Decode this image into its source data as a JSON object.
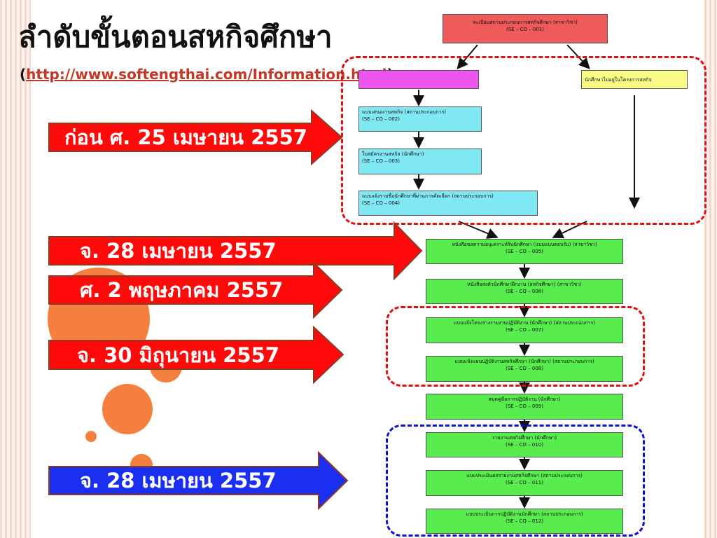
{
  "slide": {
    "title": "ลำดับขั้นตอนสหกิจศึกษา",
    "subtitle_open": "(",
    "subtitle_link": "http://www.softengthai.com/Information.html",
    "subtitle_close": ")"
  },
  "colors": {
    "banner_red": "#ff0a0a",
    "banner_blue": "#1a2ff0",
    "dash_red": "#e01010",
    "dash_blue": "#1010d0",
    "box_cyan": "#7fe8f2",
    "box_green": "#58ec4e",
    "decor_orange": "#f47f3e"
  },
  "banners": [
    {
      "label": "ก่อน ศ. 25 เมษายน 2557"
    },
    {
      "label": "จ. 28 เมษายน 2557"
    },
    {
      "label": "ศ. 2 พฤษภาคม 2557"
    },
    {
      "label": "จ. 30 มิถุนายน 2557"
    },
    {
      "label": "จ. 28 เมษายน 2557"
    }
  ],
  "flow": {
    "top": {
      "line1": "ทะเบียนสถานประกอบการสหกิจศึกษา (สาขาวิชา)",
      "line2": "(SE – CO – 001)"
    },
    "branch_left": {
      "line1": "",
      "line2": ""
    },
    "branch_right": {
      "line1": "นักศึกษาไม่อยู่ในโครงการสหกิจ",
      "line2": ""
    },
    "pre": [
      {
        "line1": "แบบเสนองานสหกิจ (สถานประกอบการ)",
        "line2": "(SE – CO – 002)"
      },
      {
        "line1": "ใบสมัครงานสหกิจ (นักศึกษา)",
        "line2": "(SE – CO – 003)"
      },
      {
        "line1": "แบบแจ้งรายชื่อนักศึกษาที่ผ่านการคัดเลือก (สถานประกอบการ)",
        "line2": "(SE – CO – 004)"
      }
    ],
    "main": [
      {
        "line1": "หนังสือขอความอนุเคราะห์รับนักศึกษา (แบบแบบตอบรับ) (สาขาวิชา)",
        "line2": "(SE – CO – 005)"
      },
      {
        "line1": "หนังสือส่งตัวนักศึกษาฝึกงาน (สหกิจศึกษา) (สาขาวิชา)",
        "line2": "(SE – CO – 006)"
      },
      {
        "line1": "แบบแจ้งโครงร่างรายงานปฏิบัติงาน (นักศึกษา) (สถานประกอบการ)",
        "line2": "(SE – CO – 007)"
      },
      {
        "line1": "แบบแจ้งแผนปฏิบัติงานสหกิจศึกษา (นักศึกษา) (สถานประกอบการ)",
        "line2": "(SE – CO – 008)"
      },
      {
        "line1": "สมุดคู่มือการปฏิบัติงาน (นักศึกษา)",
        "line2": "(SE – CO – 009)"
      },
      {
        "line1": "รายงานสหกิจศึกษา (นักศึกษา)",
        "line2": "(SE – CO – 010)"
      },
      {
        "line1": "แบบประเมินผลรายงานสหกิจศึกษา (สถานประกอบการ)",
        "line2": "(SE – CO – 011)"
      },
      {
        "line1": "แบบประเมินการปฏิบัติงานนักศึกษา (สถานประกอบการ)",
        "line2": "(SE – CO – 012)"
      }
    ]
  }
}
